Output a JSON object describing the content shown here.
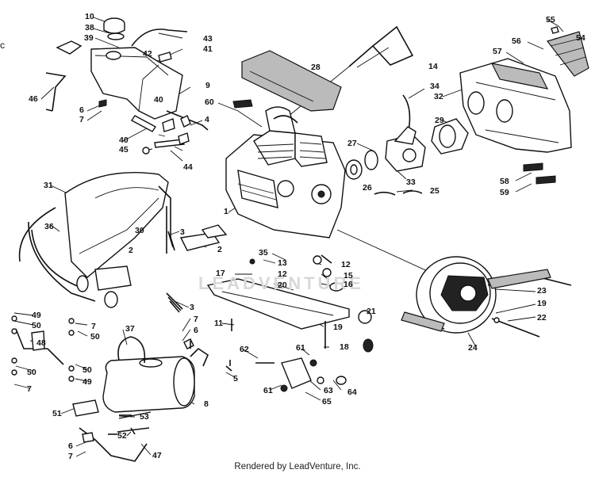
{
  "diagram": {
    "watermark": "LEADVENTURE",
    "footer": "Rendered by LeadVenture, Inc.",
    "edge_mark": "c",
    "callouts": [
      {
        "id": "c10",
        "text": "10"
      },
      {
        "id": "c38",
        "text": "38"
      },
      {
        "id": "c39",
        "text": "39"
      },
      {
        "id": "c42",
        "text": "42"
      },
      {
        "id": "c43",
        "text": "43"
      },
      {
        "id": "c41",
        "text": "41"
      },
      {
        "id": "c9",
        "text": "9"
      },
      {
        "id": "c40a",
        "text": "40"
      },
      {
        "id": "c46",
        "text": "46"
      },
      {
        "id": "c6a",
        "text": "6"
      },
      {
        "id": "c7a",
        "text": "7"
      },
      {
        "id": "c40b",
        "text": "40"
      },
      {
        "id": "c4",
        "text": "4"
      },
      {
        "id": "c45",
        "text": "45"
      },
      {
        "id": "c44",
        "text": "44"
      },
      {
        "id": "c60",
        "text": "60"
      },
      {
        "id": "c28",
        "text": "28"
      },
      {
        "id": "c14",
        "text": "14"
      },
      {
        "id": "c55",
        "text": "55"
      },
      {
        "id": "c56",
        "text": "56"
      },
      {
        "id": "c54",
        "text": "54"
      },
      {
        "id": "c57",
        "text": "57"
      },
      {
        "id": "c34",
        "text": "34"
      },
      {
        "id": "c32",
        "text": "32"
      },
      {
        "id": "c29",
        "text": "29"
      },
      {
        "id": "c27",
        "text": "27"
      },
      {
        "id": "c33",
        "text": "33"
      },
      {
        "id": "c26",
        "text": "26"
      },
      {
        "id": "c25",
        "text": "25"
      },
      {
        "id": "c58",
        "text": "58"
      },
      {
        "id": "c59",
        "text": "59"
      },
      {
        "id": "c31",
        "text": "31"
      },
      {
        "id": "c36",
        "text": "36"
      },
      {
        "id": "c30",
        "text": "30"
      },
      {
        "id": "c1",
        "text": "1"
      },
      {
        "id": "c3a",
        "text": "3"
      },
      {
        "id": "c2a",
        "text": "2"
      },
      {
        "id": "c2b",
        "text": "2"
      },
      {
        "id": "c35",
        "text": "35"
      },
      {
        "id": "c13",
        "text": "13"
      },
      {
        "id": "c12a",
        "text": "12"
      },
      {
        "id": "c12b",
        "text": "12"
      },
      {
        "id": "c17",
        "text": "17"
      },
      {
        "id": "c15",
        "text": "15"
      },
      {
        "id": "c20",
        "text": "20"
      },
      {
        "id": "c16",
        "text": "16"
      },
      {
        "id": "c23",
        "text": "23"
      },
      {
        "id": "c19a",
        "text": "19"
      },
      {
        "id": "c22",
        "text": "22"
      },
      {
        "id": "c24",
        "text": "24"
      },
      {
        "id": "c21",
        "text": "21"
      },
      {
        "id": "c3b",
        "text": "3"
      },
      {
        "id": "c49a",
        "text": "49"
      },
      {
        "id": "c50a",
        "text": "50"
      },
      {
        "id": "c7b",
        "text": "7"
      },
      {
        "id": "c50b",
        "text": "50"
      },
      {
        "id": "c48",
        "text": "48"
      },
      {
        "id": "c50c",
        "text": "50"
      },
      {
        "id": "c7c",
        "text": "7"
      },
      {
        "id": "c37",
        "text": "37"
      },
      {
        "id": "c7d",
        "text": "7"
      },
      {
        "id": "c6b",
        "text": "6"
      },
      {
        "id": "c11",
        "text": "11"
      },
      {
        "id": "c19b",
        "text": "19"
      },
      {
        "id": "c18",
        "text": "18"
      },
      {
        "id": "c62",
        "text": "62"
      },
      {
        "id": "c61a",
        "text": "61"
      },
      {
        "id": "c5",
        "text": "5"
      },
      {
        "id": "c50d",
        "text": "50"
      },
      {
        "id": "c49b",
        "text": "49"
      },
      {
        "id": "c8",
        "text": "8"
      },
      {
        "id": "c61b",
        "text": "61"
      },
      {
        "id": "c63",
        "text": "63"
      },
      {
        "id": "c64",
        "text": "64"
      },
      {
        "id": "c65",
        "text": "65"
      },
      {
        "id": "c51",
        "text": "51"
      },
      {
        "id": "c53",
        "text": "53"
      },
      {
        "id": "c52",
        "text": "52"
      },
      {
        "id": "c6c",
        "text": "6"
      },
      {
        "id": "c7e",
        "text": "7"
      },
      {
        "id": "c47",
        "text": "47"
      }
    ]
  }
}
